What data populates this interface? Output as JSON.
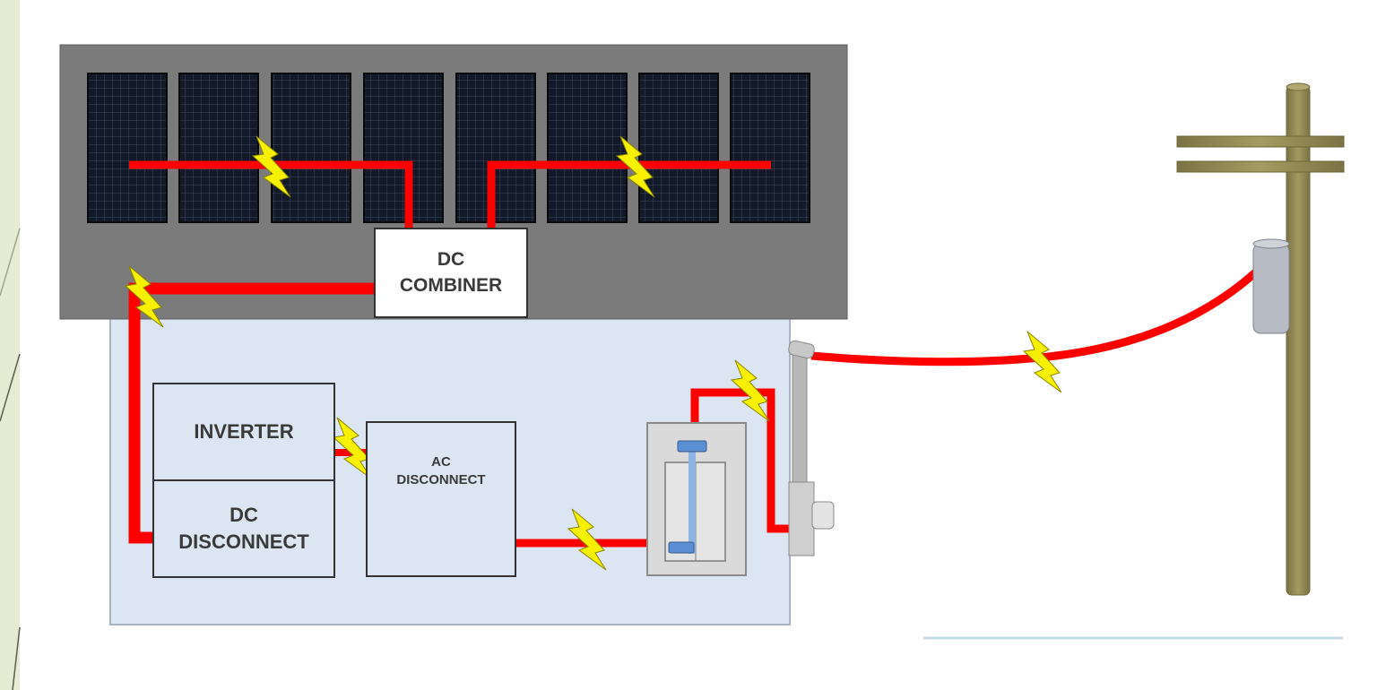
{
  "labels": {
    "dc_combiner": [
      "DC",
      "COMBINER"
    ],
    "inverter": "INVERTER",
    "dc_disconnect": [
      "DC",
      "DISCONNECT"
    ],
    "ac_disconnect": [
      "AC",
      "DISCONNECT"
    ]
  },
  "colors": {
    "background_band": "#e6ebd3",
    "roof": "#7b7b7b",
    "solar_panel": "#111827",
    "house_wall": "#dce6f2",
    "wire": "#ff0000",
    "lightning": "#f7f000",
    "pole": "#938953",
    "breaker_accent": "#8eb4e3"
  },
  "icons": {
    "hazard": "lightning-bolt-icon",
    "pole": "utility-pole-icon"
  }
}
